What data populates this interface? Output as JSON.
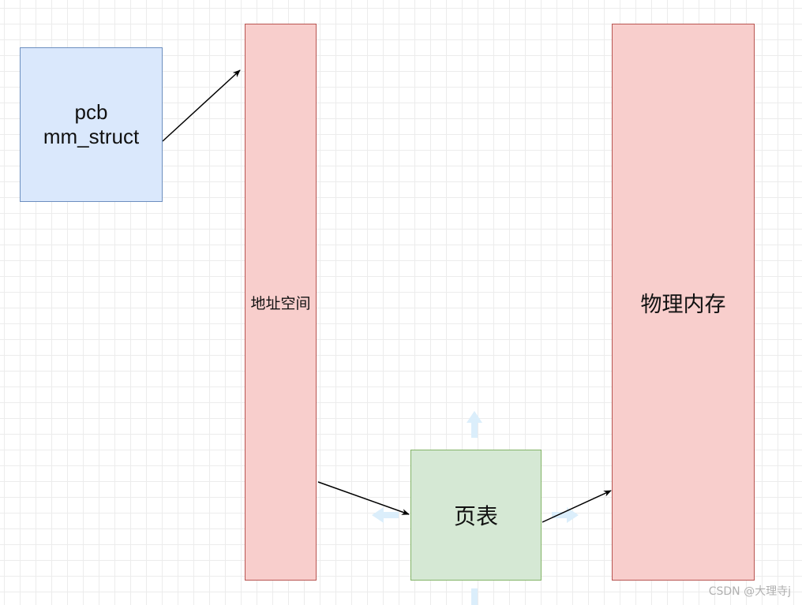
{
  "nodes": {
    "pcb": {
      "lines": [
        "pcb",
        "mm_struct"
      ]
    },
    "address_space": {
      "label": "地址空间"
    },
    "physical_memory": {
      "label": "物理内存"
    },
    "page_table": {
      "label": "页表"
    }
  },
  "edges": [
    {
      "from": "pcb",
      "to": "address_space"
    },
    {
      "from": "address_space",
      "to": "page_table"
    },
    {
      "from": "page_table",
      "to": "physical_memory"
    }
  ],
  "watermark": "CSDN @大理寺j",
  "colors": {
    "blue_fill": "#dae8fc",
    "blue_stroke": "#6c8ebf",
    "red_fill": "#f8cecc",
    "red_stroke": "#b85450",
    "green_fill": "#d5e8d4",
    "green_stroke": "#82b366",
    "hint_arrow": "#dbeefb"
  }
}
